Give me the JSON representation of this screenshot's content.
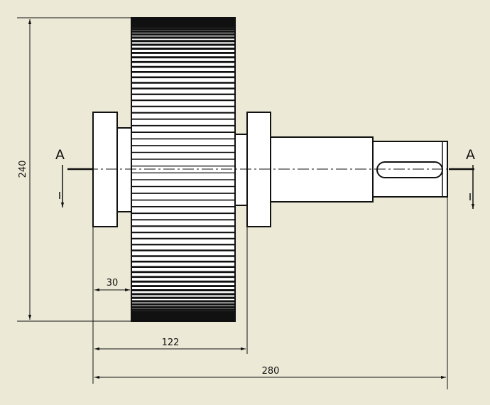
{
  "drawing": {
    "background": "#ecead6",
    "line_color": "#111111",
    "section_labels": {
      "left": "A",
      "right": "A"
    },
    "dimensions": {
      "height": "240",
      "hub_width": "30",
      "gear_to_bearing": "122",
      "overall_length": "280"
    },
    "gear": {
      "tooth_line_count": 70
    }
  }
}
